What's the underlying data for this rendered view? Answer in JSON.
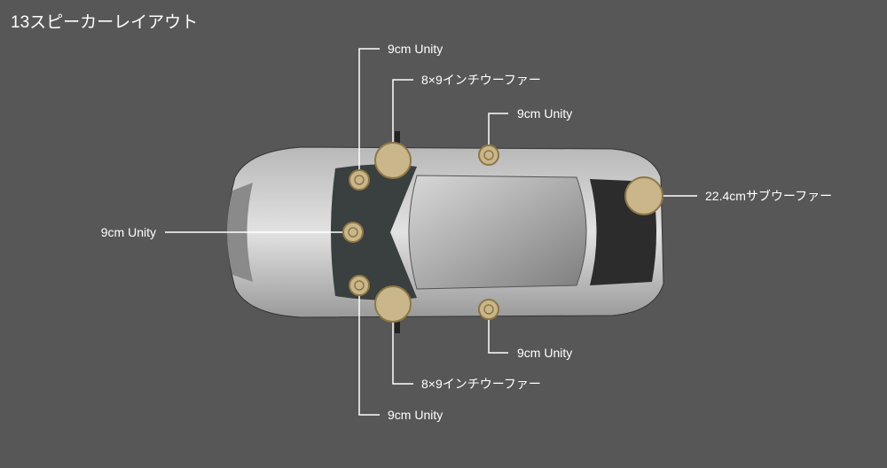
{
  "title": "13スピーカーレイアウト",
  "labels": {
    "front_left_unity": "9cm Unity",
    "front_left_woofer": "8×9インチウーファー",
    "rear_left_unity": "9cm Unity",
    "center_unity": "9cm Unity",
    "subwoofer": "22.4cmサブウーファー",
    "rear_right_unity": "9cm Unity",
    "front_right_woofer": "8×9インチウーファー",
    "front_right_unity": "9cm Unity"
  },
  "colors": {
    "background": "#575757",
    "speaker_fill": "#c9b68b",
    "speaker_ring": "#8e7746",
    "line": "#ffffff"
  }
}
